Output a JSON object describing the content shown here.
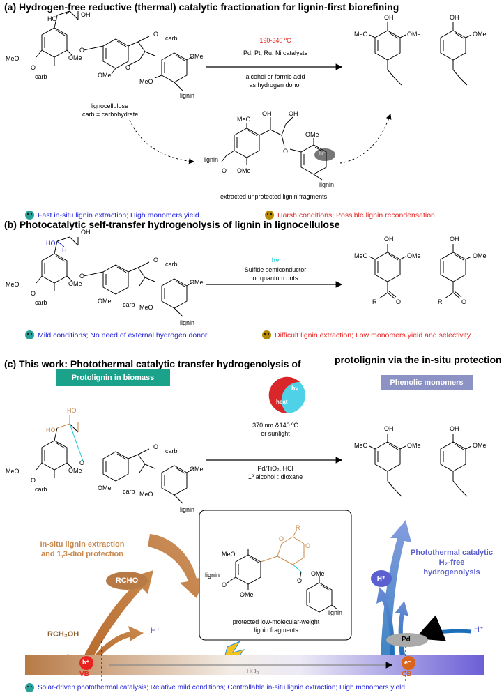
{
  "section_a": {
    "title": "(a) Hydrogen-free reductive (thermal) catalytic fractionation for lignin-first biorefining",
    "temperature": "190-340 ºC",
    "catalysts": "Pd, Pt, Ru, Ni catalysts",
    "donor_line1": "alcohol or formic acid",
    "donor_line2": "as hydrogen donor",
    "substrate_label": "lignocellulose",
    "substrate_note": "carb = carbohydrate",
    "fragments_label": "extracted unprotected lignin fragments",
    "hplus": "H⁺",
    "pro": "Fast in-situ lignin extraction; High monomers yield.",
    "con": "Harsh conditions; Possible lignin recondensation."
  },
  "section_b": {
    "title": "(b) Photocatalytic self-transfer hydrogenolysis of lignin in lignocellulose",
    "light": "hν",
    "cond1": "Sulfide semiconductor",
    "cond2": "or quantum dots",
    "pro": "Mild conditions; No need of external hydrogen donor.",
    "con": "Difficult lignin extraction; Low monomers yield and selectivity."
  },
  "section_c": {
    "title_left": "(c) This work: Photothermal catalytic transfer hydrogenolysis of",
    "title_right": "protolignin via the in-situ protection",
    "box_left": "Protolignin in biomass",
    "box_right": "Phenolic monomers",
    "badge_heat": "heat",
    "badge_light": "hν",
    "cond1": "370 nm &140 ºC",
    "cond2": "or sunlight",
    "cond3": "Pd/TiO₂, HCl",
    "cond4": "1º alcohol : dioxane",
    "extraction_line1": "In-situ lignin extraction",
    "extraction_line2": "and 1,3-diol protection",
    "rcho": "RCHO",
    "rch2oh": "RCH₂OH",
    "hplus_left": "H⁺",
    "hplus_right": "H⁺",
    "hplus_bubble": "H⁺",
    "protected_label1": "protected low-molecular-weight",
    "protected_label2": "lignin fragments",
    "hydro_line1": "Photothermal catalytic",
    "hydro_line2": "H₂-free",
    "hydro_line3": "hydrogenolysis",
    "pd": "Pd",
    "hole": "h⁺",
    "electron": "e⁻",
    "vb": "VB",
    "cb": "CB",
    "tio2": "TiO₂",
    "pro": "Solar-driven photothermal catalysis; Relative mild conditions; Controllable in-situ lignin extraction; High monomers yield."
  },
  "chem_labels": {
    "ho": "HO",
    "oh": "OH",
    "o": "O",
    "ome": "OMe",
    "meo": "MeO",
    "carb": "carb",
    "lignin": "lignin",
    "h": "H",
    "r": "R"
  },
  "colors": {
    "red": "#e8231f",
    "blue": "#2222dd",
    "teal": "#1aa38a",
    "violet": "#8c92c4",
    "orange": "#c8894e",
    "cyan": "#1ec8d8"
  }
}
